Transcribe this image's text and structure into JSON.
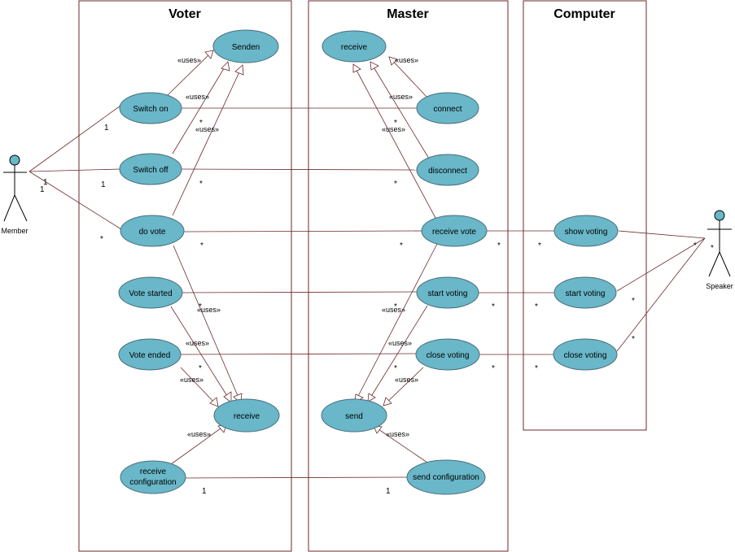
{
  "systems": {
    "voter": "Voter",
    "master": "Master",
    "computer": "Computer"
  },
  "actors": {
    "member": "Member",
    "speaker": "Speaker"
  },
  "use_cases": {
    "v_senden": "Senden",
    "v_switch_on": "Switch on",
    "v_switch_off": "Switch off",
    "v_do_vote": "do vote",
    "v_vote_started": "Vote started",
    "v_vote_ended": "Vote ended",
    "v_receive": "receive",
    "v_receive_config_1": "receive",
    "v_receive_config_2": "configuration",
    "m_receive": "receive",
    "m_connect": "connect",
    "m_disconnect": "disconnect",
    "m_receive_vote": "receive vote",
    "m_start_voting": "start voting",
    "m_close_voting": "close voting",
    "m_send": "send",
    "m_send_configuration": "send configuration",
    "c_show_voting": "show voting",
    "c_start_voting": "start voting",
    "c_close_voting": "close voting"
  },
  "stereotype": "«uses»",
  "multiplicity": {
    "one": "1",
    "many": "*"
  }
}
